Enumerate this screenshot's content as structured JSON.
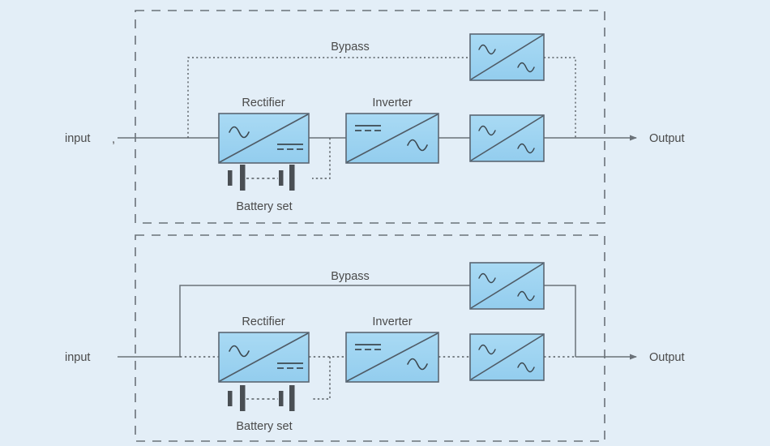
{
  "diagram": {
    "title": "UPS operating modes block diagram",
    "background_color": "#e3eef7",
    "block_fill_color": "#9ed5f2",
    "block_stroke_color": "#5a6672",
    "line_color": "#6b7279",
    "text_color": "#4a4a4a",
    "panels": [
      {
        "id": "normal-mode",
        "border_style": "dashed",
        "bypass": {
          "label": "Bypass",
          "line_style": "dotted",
          "active": false
        },
        "main_path": {
          "line_style": "solid",
          "active": true
        },
        "input": {
          "label": "input",
          "tick_marker": ","
        },
        "output": {
          "label": "Output"
        },
        "blocks": [
          {
            "id": "rectifier",
            "label": "Rectifier",
            "in_symbol": "ac-sine",
            "out_symbol": "dc-lines"
          },
          {
            "id": "inverter",
            "label": "Inverter",
            "in_symbol": "dc-lines",
            "out_symbol": "ac-sine"
          },
          {
            "id": "bypass-converter",
            "label": "",
            "in_symbol": "ac-sine",
            "out_symbol": "ac-sine"
          },
          {
            "id": "output-converter",
            "label": "",
            "in_symbol": "ac-sine",
            "out_symbol": "ac-sine"
          }
        ],
        "battery": {
          "label": "Battery set",
          "link_style": "dashed"
        }
      },
      {
        "id": "bypass-mode",
        "border_style": "dashed",
        "bypass": {
          "label": "Bypass",
          "line_style": "solid",
          "active": true
        },
        "main_path": {
          "line_style": "dotted",
          "active": false
        },
        "input": {
          "label": "input",
          "tick_marker": ""
        },
        "output": {
          "label": "Output"
        },
        "blocks": [
          {
            "id": "rectifier",
            "label": "Rectifier",
            "in_symbol": "ac-sine",
            "out_symbol": "dc-lines"
          },
          {
            "id": "inverter",
            "label": "Inverter",
            "in_symbol": "dc-lines",
            "out_symbol": "ac-sine"
          },
          {
            "id": "bypass-converter",
            "label": "",
            "in_symbol": "ac-sine",
            "out_symbol": "ac-sine"
          },
          {
            "id": "output-converter",
            "label": "",
            "in_symbol": "ac-sine",
            "out_symbol": "ac-sine"
          }
        ],
        "battery": {
          "label": "Battery set",
          "link_style": "dashed"
        }
      }
    ]
  },
  "labels": {
    "top_bypass": "Bypass",
    "top_rectifier": "Rectifier",
    "top_inverter": "Inverter",
    "top_battery": "Battery set",
    "top_input": "input",
    "top_input_tick": ",",
    "top_output": "Output",
    "bottom_bypass": "Bypass",
    "bottom_rectifier": "Rectifier",
    "bottom_inverter": "Inverter",
    "bottom_battery": "Battery set",
    "bottom_input": "input",
    "bottom_output": "Output"
  }
}
